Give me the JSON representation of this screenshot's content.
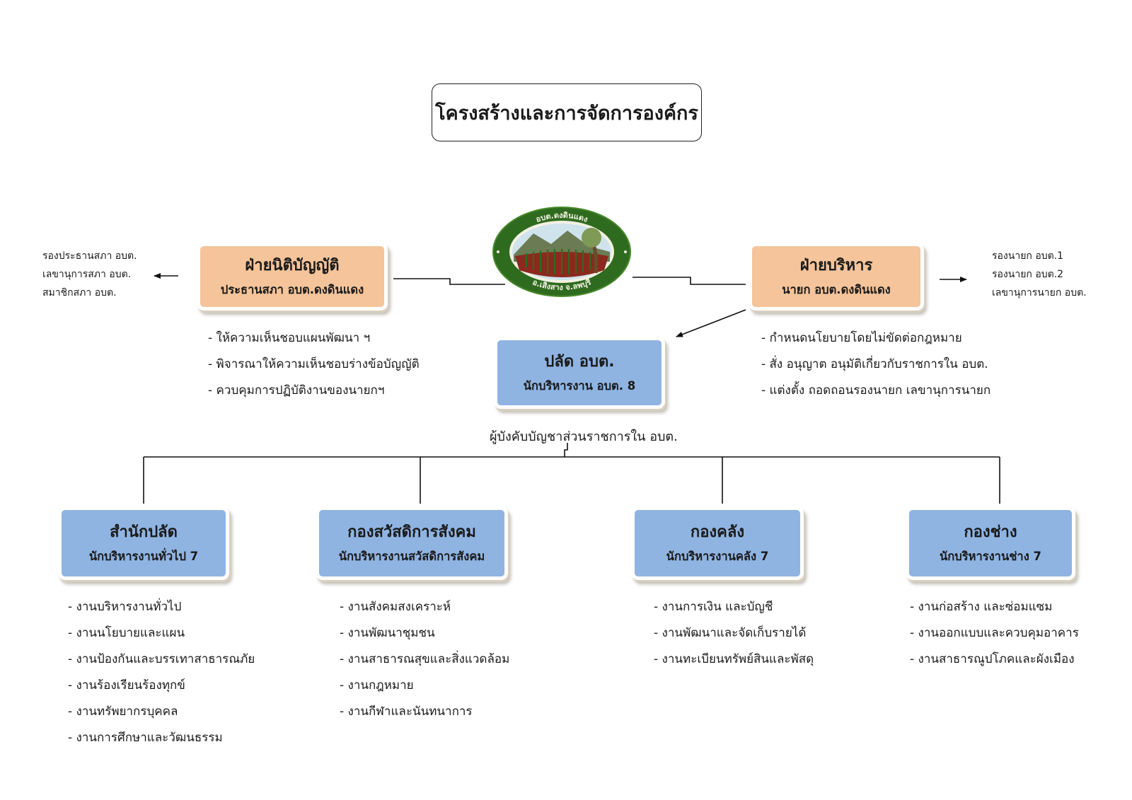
{
  "title": "โครงสร้างและการจัดการองค์กร",
  "logo": {
    "top_text": "อบต.ดงดินแดง",
    "bottom_text": "อ.เสิงสาง จ.ลพบุรี"
  },
  "legislative": {
    "title": "ฝ่ายนิติบัญญัติ",
    "subtitle": "ประธานสภา อบต.ดงดินแดง",
    "side_items": [
      "รองประธานสภา อบต.",
      "เลขานุการสภา อบต.",
      "สมาชิกสภา อบต."
    ],
    "duties": [
      "- ให้ความเห็นชอบแผนพัฒนา ฯ",
      "- พิจารณาให้ความเห็นชอบร่างข้อบัญญัติ",
      "- ควบคุมการปฏิบัติงานของนายกฯ"
    ]
  },
  "executive": {
    "title": "ฝ่ายบริหาร",
    "subtitle": "นายก อบต.ดงดินแดง",
    "side_items": [
      "รองนายก อบต.1",
      "รองนายก อบต.2",
      "เลขานุการนายก อบต."
    ],
    "duties": [
      "- กำหนดนโยบายโดยไม่ขัดต่อกฎหมาย",
      "- สั่ง อนุญาต อนุมัติเกี่ยวกับราชการใน อบต.",
      "- แต่งตั้ง ถอดถอนรองนายก เลขานุการนายก"
    ]
  },
  "palad": {
    "title": "ปลัด อบต.",
    "subtitle": "นักบริหารงาน อบต. 8",
    "caption": "ผู้บังคับบัญชาส่วนราชการใน อบต."
  },
  "divisions": [
    {
      "title": "สำนักปลัด",
      "subtitle": "นักบริหารงานทั่วไป 7",
      "tasks": [
        "- งานบริหารงานทั่วไป",
        "- งานนโยบายและแผน",
        "- งานป้องกันและบรรเทาสาธารณภัย",
        "- งานร้องเรียนร้องทุกข์",
        "- งานทรัพยากรบุคคล",
        "- งานการศึกษาและวัฒนธรรม"
      ]
    },
    {
      "title": "กองสวัสดิการสังคม",
      "subtitle": "นักบริหารงานสวัสดิการสังคม",
      "tasks": [
        "- งานสังคมสงเคราะห์",
        "- งานพัฒนาชุมชน",
        "- งานสาธารณสุขและสิ่งแวดล้อม",
        "- งานกฎหมาย",
        "- งานกีฬาและนันทนาการ"
      ]
    },
    {
      "title": "กองคลัง",
      "subtitle": "นักบริหารงานคลัง 7",
      "tasks": [
        "- งานการเงิน และบัญชี",
        "- งานพัฒนาและจัดเก็บรายได้",
        "- งานทะเบียนทรัพย์สินและพัสดุ"
      ]
    },
    {
      "title": "กองช่าง",
      "subtitle": "นักบริหารงานช่าง 7",
      "tasks": [
        "- งานก่อสร้าง และซ่อมแซม",
        "- งานออกแบบและควบคุมอาคาร",
        "- งานสาธารณูปโภคและผังเมือง"
      ]
    }
  ],
  "colors": {
    "orange_box": "#f5c49a",
    "blue_box": "#8fb4e2",
    "logo_ring": "#4a8a2e",
    "logo_face": "#2f6b1f"
  }
}
